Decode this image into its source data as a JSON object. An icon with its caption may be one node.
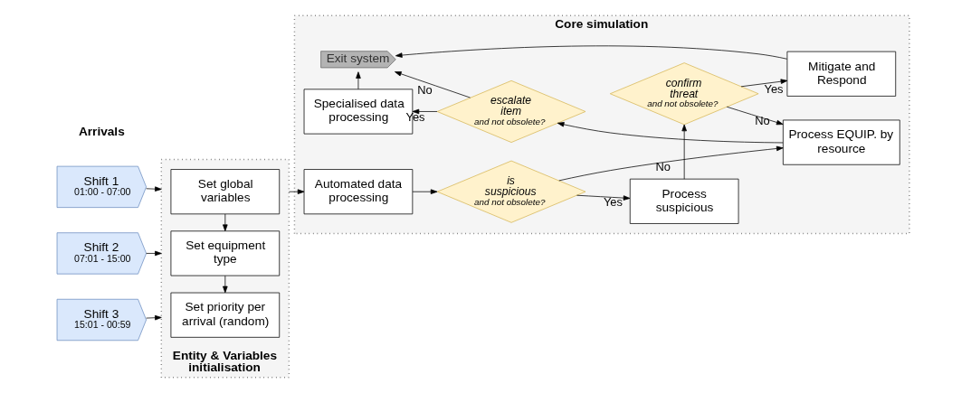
{
  "diagram": {
    "nodes": [
      {
        "text": [
          "Shift 1",
          "01:00 - 07:00"
        ]
      },
      {
        "text": [
          "Shift 2",
          "07:01 - 15:00"
        ]
      },
      {
        "text": [
          "Shift 3",
          "15:01 - 00:59"
        ]
      },
      {
        "text": [
          "Entity & Variables initialisation"
        ]
      },
      {
        "text": [
          "Set global variables"
        ],
        "in": 3
      },
      {
        "text": [
          "Set equipment type"
        ],
        "in": 3
      },
      {
        "text": [
          "Set priority per arrival (random)"
        ],
        "in": 3
      },
      {
        "text": [
          "Core simulation"
        ]
      },
      {
        "text": [
          "Automated data processing"
        ],
        "in": 7
      },
      {
        "text": [
          "is suspicious",
          "and not obsolete?"
        ],
        "in": 7
      },
      {
        "text": [
          "Process suspicious"
        ],
        "in": 7
      },
      {
        "text": [
          "confirm threat",
          "and not obsolete?"
        ],
        "in": 7
      },
      {
        "text": [
          "Process EQUIP. by resource"
        ],
        "in": 7
      },
      {
        "text": [
          "escalate item",
          "and not obsolete?"
        ],
        "in": 7
      },
      {
        "text": [
          "Specialised data processing"
        ],
        "in": 7
      },
      {
        "text": [
          "Mitigate and Respond"
        ],
        "in": 7
      },
      {
        "text": [
          "Exit system"
        ],
        "in": 7
      }
    ],
    "edges": [
      {
        "from": 0,
        "to": 3,
        "arrow": "to"
      },
      {
        "from": 1,
        "to": 3,
        "arrow": "to"
      },
      {
        "from": 2,
        "to": 3,
        "arrow": "to"
      },
      {
        "from": 4,
        "to": 5,
        "arrow": "to"
      },
      {
        "from": 5,
        "to": 6,
        "arrow": "to"
      },
      {
        "from": 3,
        "to": 8,
        "arrow": "to"
      },
      {
        "from": 8,
        "to": 9,
        "arrow": "to"
      },
      {
        "from": 9,
        "to": 10,
        "arrow": "to",
        "label": "Yes"
      },
      {
        "from": 9,
        "to": 12,
        "arrow": "to",
        "label": "No"
      },
      {
        "from": 10,
        "to": 11,
        "arrow": "to"
      },
      {
        "from": 11,
        "to": 12,
        "arrow": "to",
        "label": "No"
      },
      {
        "from": 11,
        "to": 15,
        "arrow": "to",
        "label": "Yes"
      },
      {
        "from": 12,
        "to": 13,
        "arrow": "to"
      },
      {
        "from": 13,
        "to": 14,
        "arrow": "to",
        "label": "Yes"
      },
      {
        "from": 13,
        "to": 16,
        "arrow": "to",
        "label": "No"
      },
      {
        "from": 14,
        "to": 16,
        "arrow": "to"
      },
      {
        "from": 15,
        "to": 16,
        "arrow": "to"
      }
    ],
    "labels": [
      "Arrivals"
    ]
  }
}
